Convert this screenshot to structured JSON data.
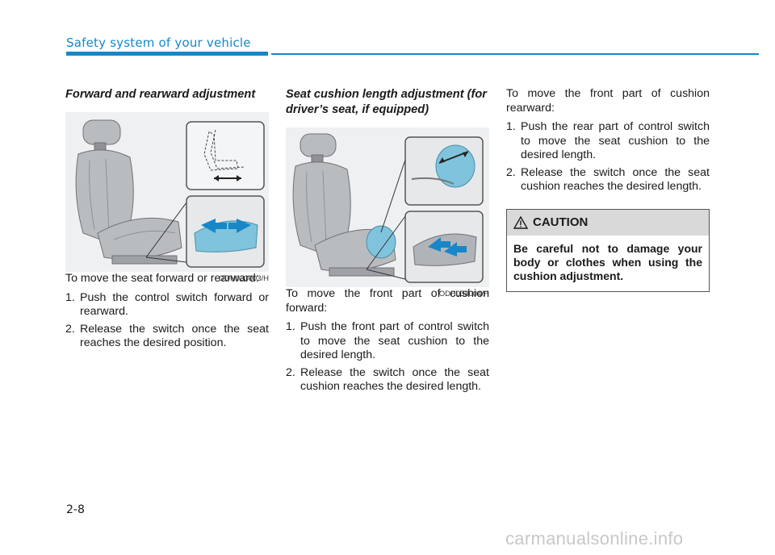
{
  "header": {
    "title": "Safety system of your vehicle"
  },
  "col1": {
    "heading": "Forward and rearward adjustment",
    "figure_code": "ODH033003/H",
    "intro": "To move the seat forward or rearward:",
    "steps": [
      {
        "num": "1.",
        "text": "Push the control switch forward or rearward."
      },
      {
        "num": "2.",
        "text": "Release the switch once the seat reaches the desired position."
      }
    ]
  },
  "col2": {
    "heading": "Seat cushion length adjustment (for driver’s seat, if equipped)",
    "figure_code": "ODH033004/H",
    "intro": "To move the front part of cushion forward:",
    "steps": [
      {
        "num": "1.",
        "text": "Push the front part of control switch to move the seat cushion to the desired length."
      },
      {
        "num": "2.",
        "text": "Release the switch once the seat cushion reaches the desired length."
      }
    ]
  },
  "col3": {
    "intro": "To move the front part of cushion rearward:",
    "steps": [
      {
        "num": "1.",
        "text": "Push the rear part of control switch to move the seat cushion to the desired length."
      },
      {
        "num": "2.",
        "text": "Release the switch once the seat cushion reaches the desired length."
      }
    ],
    "caution": {
      "title": "CAUTION",
      "icon": "warning-triangle-icon",
      "body": "Be careful not to damage your body or clothes when using the cushion adjustment."
    }
  },
  "footer": {
    "page_number": "2-8",
    "watermark": "carmanualsonline.info"
  },
  "colors": {
    "accent": "#1787c8",
    "highlight": "#5bb8d6",
    "caution_bg": "#d9d9d9"
  }
}
